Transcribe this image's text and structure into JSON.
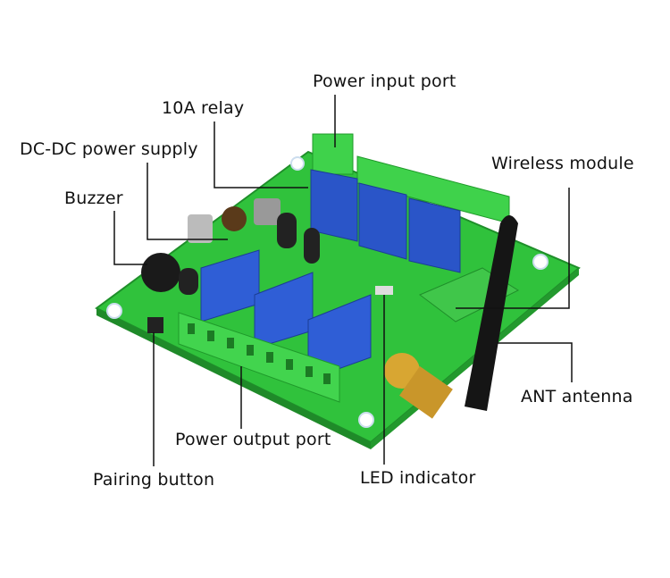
{
  "labels": {
    "power_input_port": "Power input port",
    "relay": "10A relay",
    "dcdc": "DC-DC power supply",
    "buzzer": "Buzzer",
    "wireless_module": "Wireless module",
    "ant_antenna": "ANT antenna",
    "power_output_port": "Power output port",
    "led_indicator": "LED indicator",
    "pairing_button": "Pairing button"
  },
  "colors": {
    "pcb": "#2fbf3a",
    "relay": "#2a55c8",
    "terminal": "#3ed24a",
    "antenna": "#151515",
    "leader_line": "#111111"
  }
}
